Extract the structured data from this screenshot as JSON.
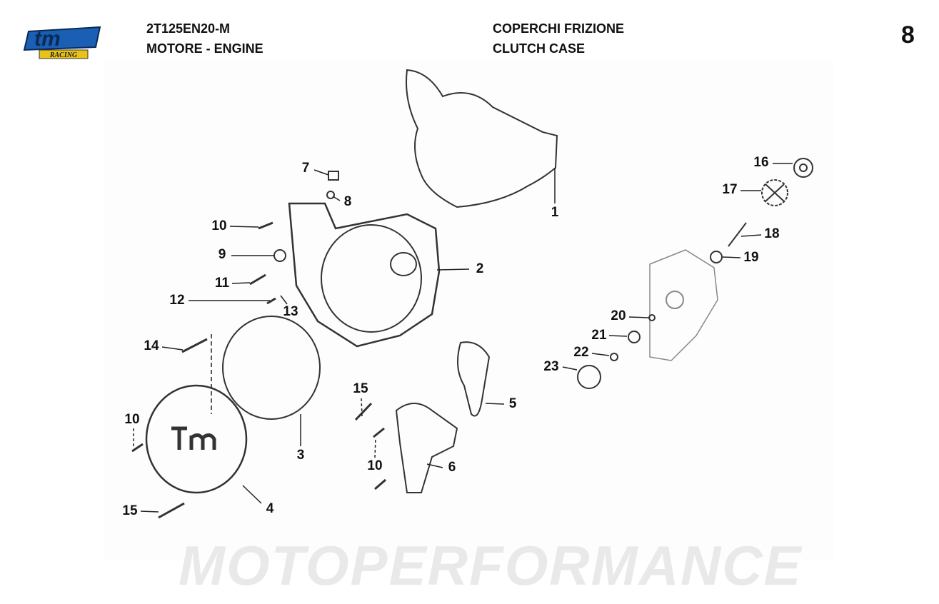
{
  "header": {
    "model_code": "2T125EN20-M",
    "section_it_en": "MOTORE - ENGINE",
    "group_it": "COPERCHI FRIZIONE",
    "group_en": "CLUTCH CASE",
    "page_number": "8"
  },
  "logo": {
    "brand": "tm",
    "sub": "RACING",
    "color": "#1a5fb4",
    "sub_color": "#e8c21a"
  },
  "watermark": "MOTOPERFORMANCE",
  "callouts": [
    "1",
    "2",
    "3",
    "4",
    "5",
    "6",
    "7",
    "8",
    "9",
    "10",
    "11",
    "12",
    "13",
    "14",
    "15",
    "10",
    "15",
    "10",
    "16",
    "17",
    "18",
    "19",
    "20",
    "21",
    "22",
    "23"
  ]
}
